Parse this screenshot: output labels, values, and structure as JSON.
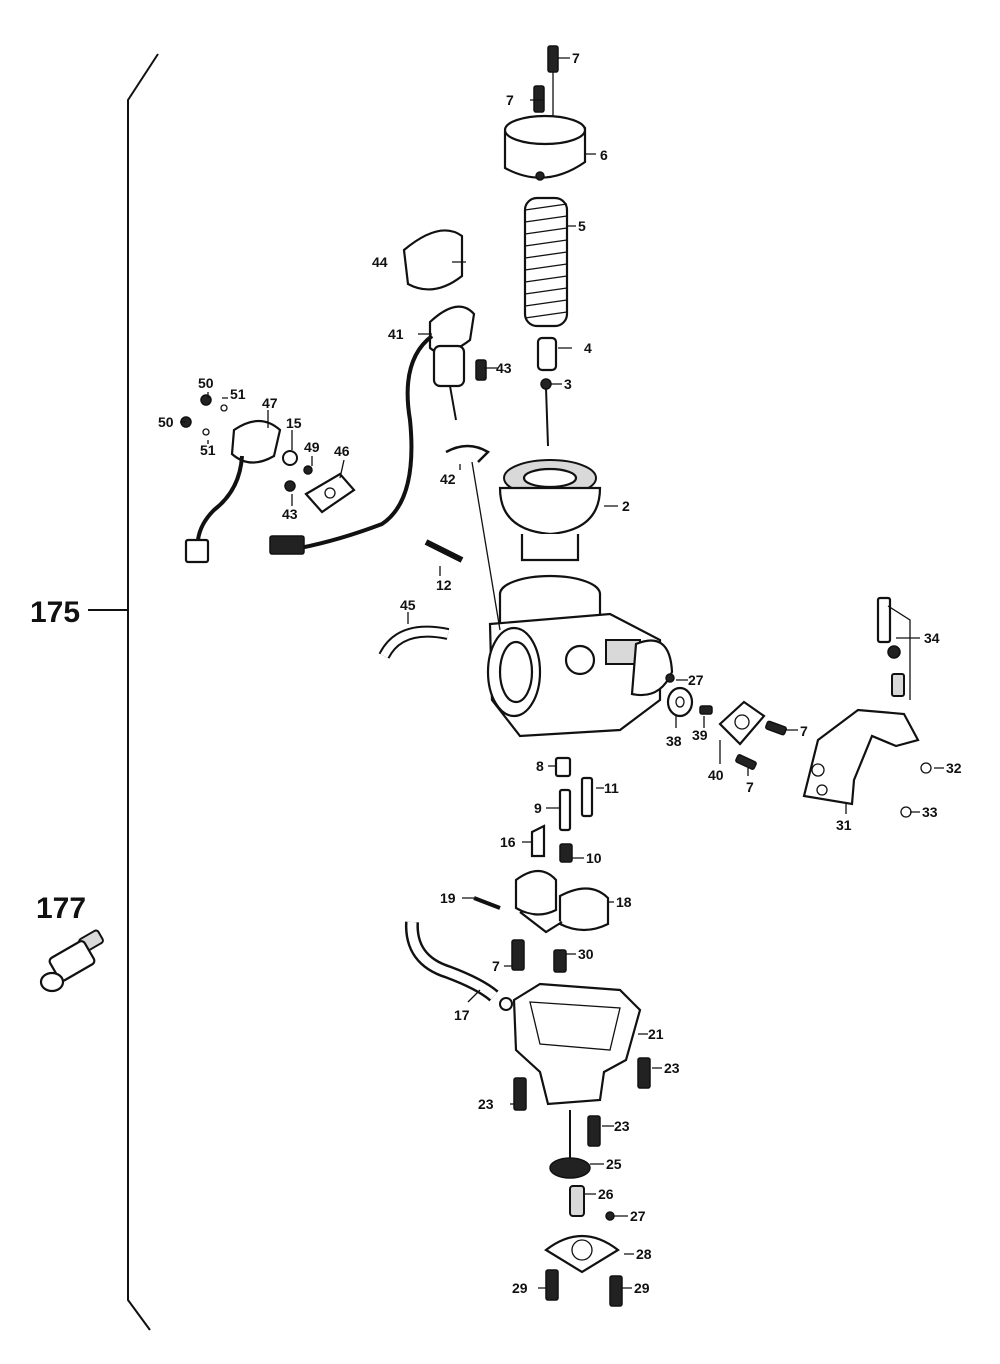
{
  "assembly_labels": {
    "main": "175",
    "side": "177"
  },
  "callouts": [
    "7",
    "7",
    "6",
    "5",
    "44",
    "41",
    "4",
    "43",
    "3",
    "50",
    "51",
    "47",
    "15",
    "49",
    "46",
    "50",
    "51",
    "43",
    "42",
    "2",
    "12",
    "45",
    "34",
    "27",
    "38",
    "39",
    "7",
    "40",
    "7",
    "32",
    "31",
    "33",
    "8",
    "11",
    "9",
    "16",
    "10",
    "19",
    "18",
    "7",
    "30",
    "17",
    "21",
    "23",
    "23",
    "23",
    "25",
    "26",
    "27",
    "28",
    "29",
    "29"
  ]
}
